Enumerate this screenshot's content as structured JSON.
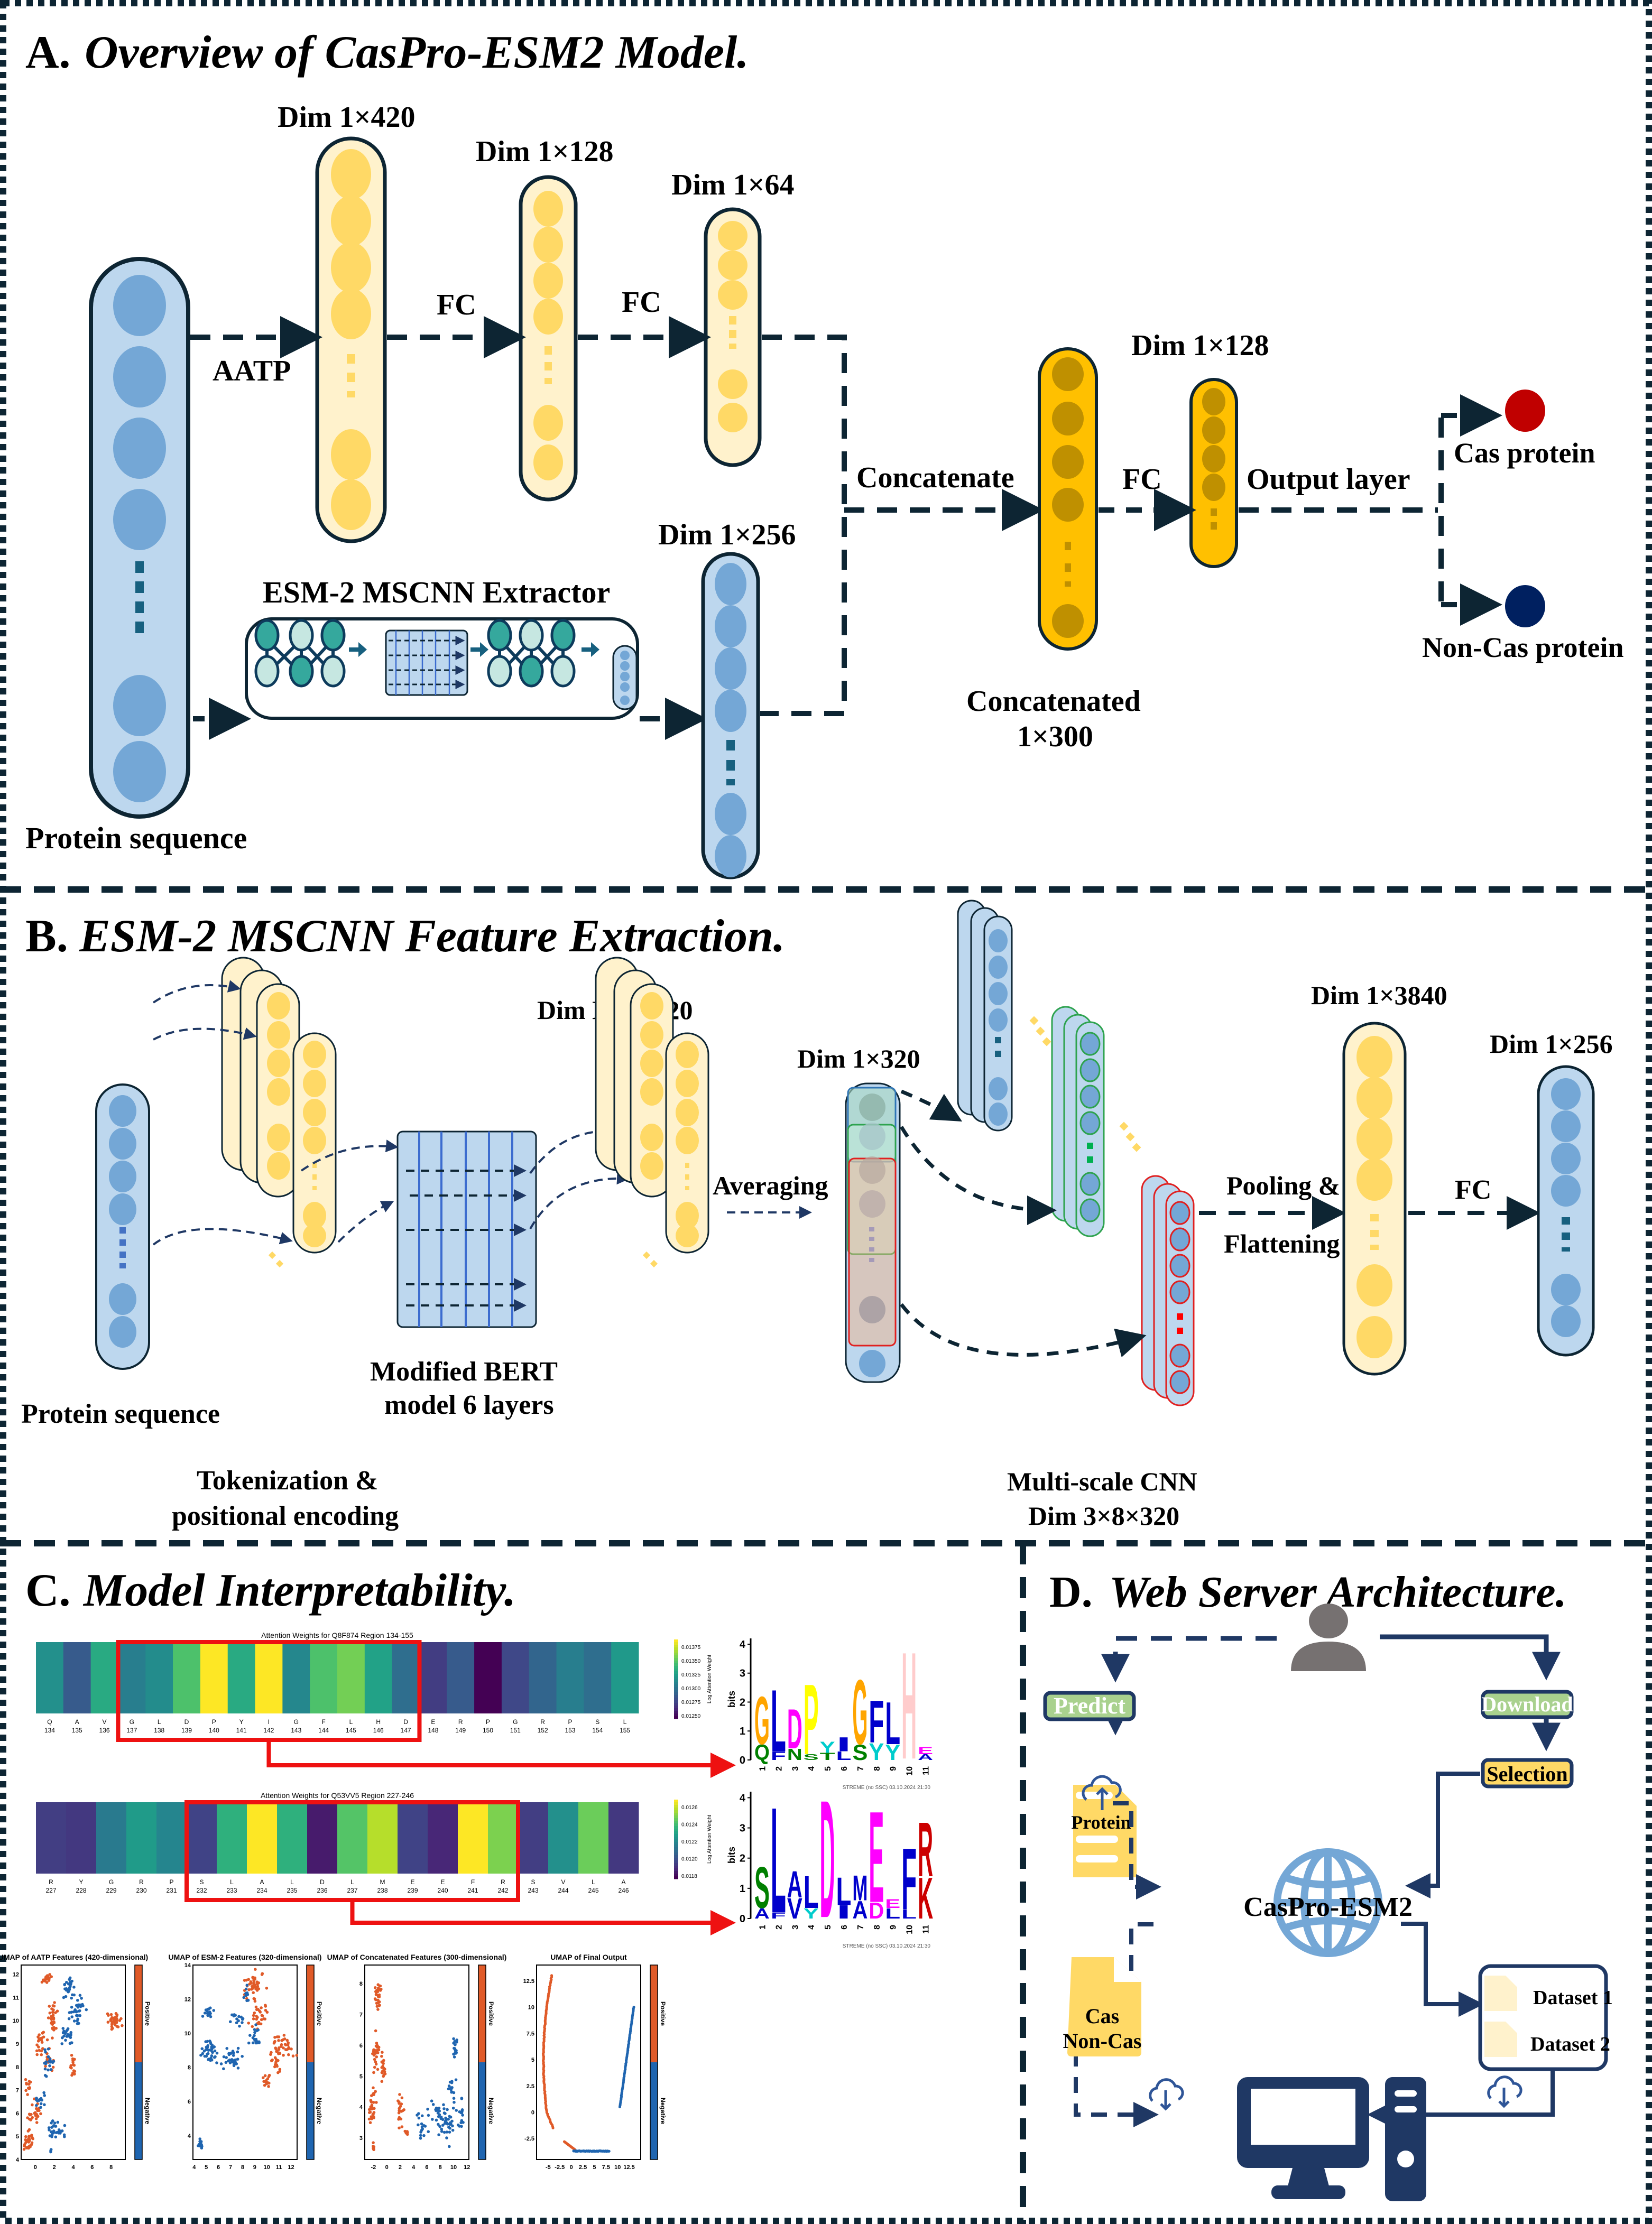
{
  "panelA": {
    "letter": "A.",
    "title": "Overview of CasPro-ESM2 Model.",
    "labels": {
      "protein_sequence": "Protein sequence",
      "aatp": "AATP",
      "fc1": "FC",
      "fc2": "FC",
      "fc3": "FC",
      "dim_420": "Dim 1×420",
      "dim_128a": "Dim 1×128",
      "dim_64": "Dim 1×64",
      "dim_256": "Dim 1×256",
      "dim_128b": "Dim 1×128",
      "extractor": "ESM-2 MSCNN Extractor",
      "concatenate": "Concatenate",
      "concatenated_line1": "Concatenated",
      "concatenated_line2": "1×300",
      "output_layer": "Output layer",
      "cas_protein": "Cas protein",
      "non_cas_protein": "Non-Cas protein"
    },
    "colors": {
      "cas": "#c00000",
      "non_cas": "#002060",
      "gold": "#ffc000",
      "gold_node": "#bf9000",
      "blue_fill": "#bdd7ee",
      "blue_node": "#74a7d6",
      "yellow_fill": "#fff2cc",
      "yellow_node": "#ffd966"
    }
  },
  "panelB": {
    "letter": "B.",
    "title": "ESM-2 MSCNN Feature Extraction.",
    "labels": {
      "protein_sequence": "Protein sequence",
      "tokenization_line1": "Tokenization &",
      "tokenization_line2": "positional encoding",
      "bert_line1": "Modified BERT",
      "bert_line2": "model 6 layers",
      "dim_l320": "Dim L×1×320",
      "averaging": "Averaging",
      "dim_320": "Dim 1×320",
      "mscnn_line1": "Multi-scale CNN",
      "mscnn_line2": "Dim 3×8×320",
      "pooling_line1": "Pooling &",
      "pooling_line2": "Flattening",
      "dim_3840": "Dim 1×3840",
      "fc": "FC",
      "dim_256": "Dim 1×256"
    }
  },
  "panelC": {
    "letter": "C.",
    "title": "Model Interpretability.",
    "heatmaps": [
      {
        "title": "Attention Weights for Q8F874 Region 134-155",
        "residues": [
          "Q",
          "A",
          "V",
          "G",
          "L",
          "D",
          "P",
          "Y",
          "I",
          "G",
          "F",
          "L",
          "H",
          "D",
          "E",
          "R",
          "P",
          "G",
          "R",
          "P",
          "S",
          "L"
        ],
        "positions": [
          134,
          135,
          136,
          137,
          138,
          139,
          140,
          141,
          142,
          143,
          144,
          145,
          146,
          147,
          148,
          149,
          150,
          151,
          152,
          153,
          154,
          155
        ],
        "values": [
          0.0132,
          0.0129,
          0.01335,
          0.0131,
          0.01318,
          0.0135,
          0.0139,
          0.01335,
          0.0139,
          0.01315,
          0.0135,
          0.0136,
          0.0133,
          0.013,
          0.01275,
          0.0129,
          0.0125,
          0.0128,
          0.01295,
          0.0131,
          0.013,
          0.01325
        ],
        "highlight": [
          137,
          147
        ],
        "colorbar_label": "Log Attention Weight",
        "colorbar_ticks": [
          "0.01375",
          "0.01350",
          "0.01325",
          "0.01300",
          "0.01275",
          "0.01250"
        ],
        "vmin": 0.0125,
        "vmax": 0.0139
      },
      {
        "title": "Attention Weights for Q53VV5 Region 227-246",
        "residues": [
          "R",
          "Y",
          "G",
          "R",
          "P",
          "S",
          "L",
          "A",
          "L",
          "D",
          "L",
          "M",
          "E",
          "E",
          "F",
          "R",
          "S",
          "V",
          "L",
          "A"
        ],
        "positions": [
          227,
          228,
          229,
          230,
          231,
          232,
          233,
          234,
          235,
          236,
          237,
          238,
          239,
          240,
          241,
          242,
          243,
          244,
          245,
          246
        ],
        "values": [
          0.0118,
          0.01178,
          0.01205,
          0.0122,
          0.0121,
          0.01182,
          0.0123,
          0.0127,
          0.0123,
          0.01168,
          0.0124,
          0.01258,
          0.01182,
          0.01172,
          0.0127,
          0.01248,
          0.0118,
          0.01215,
          0.01245,
          0.01178
        ],
        "highlight": [
          232,
          242
        ],
        "colorbar_label": "Log Attention Weight",
        "colorbar_ticks": [
          "0.0126",
          "0.0124",
          "0.0122",
          "0.0120",
          "0.0118"
        ],
        "vmin": 0.0116,
        "vmax": 0.0127
      }
    ],
    "logos": [
      {
        "ylabel": "bits",
        "yticks": [
          "0",
          "1",
          "2",
          "3",
          "4"
        ],
        "positions": [
          "1",
          "2",
          "3",
          "4",
          "5",
          "6",
          "7",
          "8",
          "9",
          "10",
          "11"
        ],
        "top_letters": [
          {
            "l": "G",
            "c": "#ffa500",
            "h": 1.7,
            "sub": "Q",
            "sc": "#008000",
            "sh": 0.55
          },
          {
            "l": "L",
            "c": "#0000cc",
            "h": 2.2,
            "sub": "F",
            "sc": "#0000cc",
            "sh": 0.3
          },
          {
            "l": "D",
            "c": "#ff00ff",
            "h": 1.4,
            "sub": "N",
            "sc": "#008000",
            "sh": 0.4
          },
          {
            "l": "P",
            "c": "#ffff00",
            "h": 2.5,
            "sub": "S",
            "sc": "#008000",
            "sh": 0.2
          },
          {
            "l": "Y",
            "c": "#00cccc",
            "h": 0.4,
            "sub": "T",
            "sc": "#008000",
            "sh": 0.25
          },
          {
            "l": "I",
            "c": "#0000cc",
            "h": 0.5,
            "sub": "L",
            "sc": "#0000cc",
            "sh": 0.3
          },
          {
            "l": "G",
            "c": "#ffa500",
            "h": 2.3,
            "sub": "S",
            "sc": "#008000",
            "sh": 0.55
          },
          {
            "l": "F",
            "c": "#0000cc",
            "h": 1.5,
            "sub": "Y",
            "sc": "#00cccc",
            "sh": 0.6
          },
          {
            "l": "L",
            "c": "#0000cc",
            "h": 1.5,
            "sub": "Y",
            "sc": "#00cccc",
            "sh": 0.55
          },
          {
            "l": "H",
            "c": "#ffcccc",
            "h": 3.8,
            "sub": "",
            "sc": "#ff00ff",
            "sh": 0.05
          },
          {
            "l": "E",
            "c": "#ff00ff",
            "h": 0.25,
            "sub": "A",
            "sc": "#0000cc",
            "sh": 0.2
          }
        ],
        "footer": "STREME (no SSC) 03.10.2024 21:30"
      },
      {
        "ylabel": "bits",
        "yticks": [
          "0",
          "1",
          "2",
          "3",
          "4"
        ],
        "positions": [
          "1",
          "2",
          "3",
          "4",
          "5",
          "6",
          "7",
          "8",
          "9",
          "10",
          "11"
        ],
        "top_letters": [
          {
            "l": "S",
            "c": "#008000",
            "h": 1.4,
            "sub": "A",
            "sc": "#0000cc",
            "sh": 0.35
          },
          {
            "l": "L",
            "c": "#0000cc",
            "h": 3.6,
            "sub": "F",
            "sc": "#0000cc",
            "sh": 0.2
          },
          {
            "l": "A",
            "c": "#0000cc",
            "h": 0.9,
            "sub": "V",
            "sc": "#0000cc",
            "sh": 0.7
          },
          {
            "l": "L",
            "c": "#0000cc",
            "h": 1.1,
            "sub": "Y",
            "sc": "#00cccc",
            "sh": 0.35
          },
          {
            "l": "D",
            "c": "#ff00ff",
            "h": 4.0,
            "sub": "",
            "sc": "#0000cc",
            "sh": 0.05
          },
          {
            "l": "L",
            "c": "#0000cc",
            "h": 0.95,
            "sub": "I",
            "sc": "#0000cc",
            "sh": 0.45
          },
          {
            "l": "M",
            "c": "#0000cc",
            "h": 0.85,
            "sub": "A",
            "sc": "#0000cc",
            "sh": 0.6
          },
          {
            "l": "E",
            "c": "#ff00ff",
            "h": 3.1,
            "sub": "D",
            "sc": "#ff00ff",
            "sh": 0.55
          },
          {
            "l": "E",
            "c": "#ff00ff",
            "h": 0.3,
            "sub": "L",
            "sc": "#0000cc",
            "sh": 0.35
          },
          {
            "l": "F",
            "c": "#0000cc",
            "h": 2.1,
            "sub": "L",
            "sc": "#0000cc",
            "sh": 0.3
          },
          {
            "l": "R",
            "c": "#cc0000",
            "h": 1.85,
            "sub": "K",
            "sc": "#cc0000",
            "sh": 1.4
          }
        ],
        "footer": "STREME (no SSC) 03.10.2024 21:30"
      }
    ],
    "umaps": [
      {
        "title": "UMAP of AATP Features (420-dimensional)",
        "xlim": [
          -1.5,
          9.5
        ],
        "ylim": [
          4,
          12.4
        ],
        "xticks": [
          0,
          2,
          4,
          6,
          8
        ],
        "yticks": [
          4,
          5,
          6,
          7,
          8,
          9,
          10,
          11,
          12
        ],
        "positive_clusters": [
          [
            1.2,
            11.8,
            0.4,
            0.2,
            18
          ],
          [
            1.8,
            10,
            0.4,
            0.6,
            30
          ],
          [
            0.5,
            9,
            0.4,
            0.6,
            20
          ],
          [
            -0.8,
            7.2,
            0.3,
            0.3,
            12
          ],
          [
            -0.1,
            6,
            0.6,
            0.6,
            25
          ],
          [
            -0.7,
            4.8,
            0.5,
            0.4,
            30
          ],
          [
            4,
            8,
            0.2,
            0.4,
            15
          ],
          [
            8.3,
            10,
            0.7,
            0.3,
            35
          ],
          [
            1.5,
            8.2,
            0.5,
            0.6,
            12
          ]
        ],
        "negative_clusters": [
          [
            3.5,
            11.4,
            0.6,
            0.5,
            30
          ],
          [
            4.5,
            10.4,
            0.7,
            0.5,
            30
          ],
          [
            3.3,
            9.3,
            0.6,
            0.6,
            25
          ],
          [
            1.3,
            8.2,
            0.5,
            0.6,
            20
          ],
          [
            0.4,
            6.5,
            0.6,
            0.4,
            14
          ],
          [
            2.2,
            5.3,
            0.9,
            0.3,
            30
          ],
          [
            1.6,
            4.4,
            0.1,
            0.1,
            3
          ]
        ]
      },
      {
        "title": "UMAP of ESM-2 Features (320-dimensional)",
        "xlim": [
          3.9,
          12.5
        ],
        "ylim": [
          2.6,
          14
        ],
        "xticks": [
          4,
          5,
          6,
          7,
          8,
          9,
          10,
          11,
          12
        ],
        "yticks": [
          4,
          6,
          8,
          10,
          12,
          14
        ],
        "positive_clusters": [
          [
            9,
            12.8,
            0.8,
            0.7,
            40
          ],
          [
            9.3,
            11,
            0.7,
            0.9,
            30
          ],
          [
            11.3,
            9.2,
            0.8,
            0.7,
            40
          ],
          [
            10.8,
            8.2,
            0.4,
            0.6,
            15
          ],
          [
            10,
            7.2,
            0.3,
            0.3,
            14
          ]
        ],
        "negative_clusters": [
          [
            5.2,
            11.2,
            0.4,
            0.3,
            20
          ],
          [
            5.3,
            9,
            0.6,
            0.6,
            40
          ],
          [
            7,
            8.5,
            0.7,
            0.5,
            35
          ],
          [
            7.6,
            10.8,
            0.6,
            0.4,
            14
          ],
          [
            9,
            9.8,
            0.5,
            0.5,
            20
          ],
          [
            8.3,
            12.3,
            0.3,
            0.5,
            10
          ],
          [
            4.5,
            3.5,
            0.2,
            0.3,
            14
          ]
        ]
      },
      {
        "title": "UMAP of Concatenated Features (300-dimensional)",
        "xlim": [
          -3.3,
          12.3
        ],
        "ylim": [
          2.3,
          8.6
        ],
        "xticks": [
          -2,
          0,
          2,
          4,
          6,
          8,
          10,
          12
        ],
        "yticks": [
          3,
          4,
          5,
          6,
          7,
          8
        ],
        "positive_clusters": [
          [
            -1.3,
            7.6,
            0.4,
            0.5,
            30
          ],
          [
            -1.6,
            5.8,
            0.5,
            0.6,
            25
          ],
          [
            -0.6,
            5.2,
            0.4,
            0.5,
            20
          ],
          [
            -2.2,
            4,
            0.5,
            0.6,
            30
          ],
          [
            -2,
            2.7,
            0.1,
            0.1,
            8
          ],
          [
            2,
            3.9,
            0.4,
            0.5,
            20
          ],
          [
            3,
            3.2,
            0.3,
            0.1,
            6
          ]
        ],
        "negative_clusters": [
          [
            10.2,
            5.9,
            0.3,
            0.4,
            15
          ],
          [
            9.8,
            4.7,
            0.6,
            0.4,
            15
          ],
          [
            8.5,
            3.6,
            2,
            0.6,
            60
          ],
          [
            5,
            3.3,
            0.6,
            0.4,
            15
          ],
          [
            11.2,
            3.8,
            0.2,
            0.5,
            12
          ]
        ]
      },
      {
        "title": "UMAP of Final Output",
        "xlim": [
          -7.5,
          15
        ],
        "ylim": [
          -4.5,
          14
        ],
        "xticks": [
          -5.0,
          -2.5,
          0.0,
          2.5,
          5.0,
          7.5,
          10.0,
          12.5
        ],
        "yticks": [
          -2.5,
          0.0,
          2.5,
          5.0,
          7.5,
          10.0,
          12.5
        ],
        "positive_curve": true,
        "negative_curve": true
      }
    ],
    "umap_colorbar": {
      "positive": "Positive",
      "negative": "Negative",
      "positive_color": "#e05a28",
      "negative_color": "#1f65b0"
    }
  },
  "panelD": {
    "letter": "D.",
    "title": "Web Server Architecture.",
    "labels": {
      "predict": "Predict",
      "download": "Download",
      "protein": "Protein",
      "selection": "Selection",
      "center": "CasPro-ESM2",
      "cas": "Cas",
      "non_cas": "Non-Cas",
      "dataset1": "Dataset 1",
      "dataset2": "Dataset 2"
    },
    "colors": {
      "navy": "#1f3864",
      "green": "#a9d18e",
      "gold": "#ffd966",
      "globe": "#74a7d6",
      "user": "#767171"
    }
  }
}
